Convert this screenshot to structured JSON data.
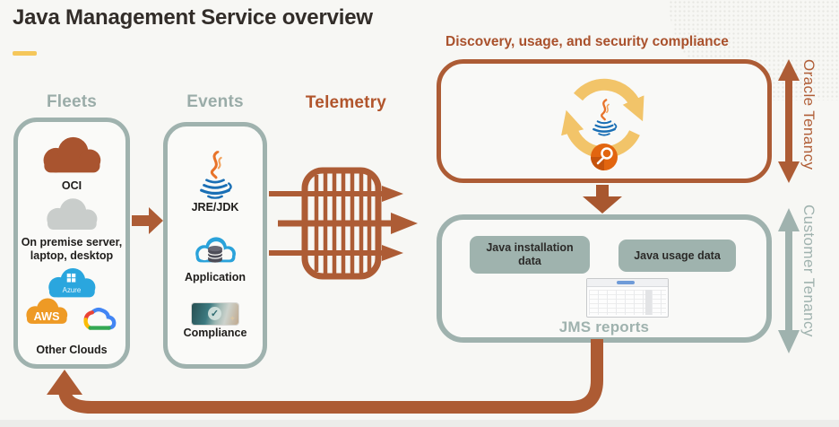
{
  "title": "Java Management Service overview",
  "headers": {
    "fleets": "Fleets",
    "events": "Events",
    "telemetry": "Telemetry"
  },
  "fleets": {
    "oci_label": "OCI",
    "onprem_line1": "On premise server,",
    "onprem_line2": "laptop, desktop",
    "azure_text": "Azure",
    "aws_text": "AWS",
    "other_clouds_label": "Other Clouds"
  },
  "events": {
    "jre_label": "JRE/JDK",
    "application_label": "Application",
    "compliance_label": "Compliance"
  },
  "oracle": {
    "discovery_title": "Discovery, usage, and security compliance",
    "side_label": "Oracle Tenancy"
  },
  "customer": {
    "side_label": "Customer Tenancy",
    "installation_button": "Java installation data",
    "usage_button": "Java usage data",
    "reports_label": "JMS reports"
  },
  "colors": {
    "brand_brown": "#ad5c35",
    "rust_text": "#a9512c",
    "sage": "#9fb2ae",
    "accent_yellow": "#f2c469",
    "dash_yellow": "#f5c75a",
    "title_dark": "#322d29",
    "oci_cloud": "#a9542f",
    "onprem_cloud": "#c9cdcb",
    "azure_blue": "#2aa6de",
    "aws_orange": "#ee9a25",
    "gcp_blue": "#4285F4",
    "gcp_red": "#EA4335",
    "gcp_yellow": "#FBBC05",
    "gcp_green": "#34A853"
  }
}
